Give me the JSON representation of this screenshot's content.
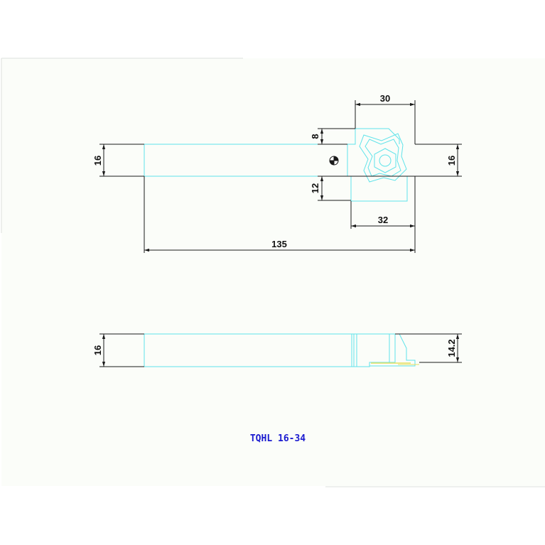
{
  "colors": {
    "paper": "#fbfdf9",
    "geometry": "#5fe3ea",
    "dimension": "#1a1a1a",
    "title": "#1a1ad0",
    "accent": "#e6e060"
  },
  "dimensions": {
    "top_view": {
      "shank_height": "16",
      "head_width": "30",
      "upper_offset": "8",
      "lower_offset": "12",
      "head_height": "16",
      "lower_width": "32",
      "overall_length": "135"
    },
    "side_view": {
      "shank_thickness": "16",
      "center_height": "14.2"
    }
  },
  "title": {
    "model": "TQHL 16-34"
  }
}
